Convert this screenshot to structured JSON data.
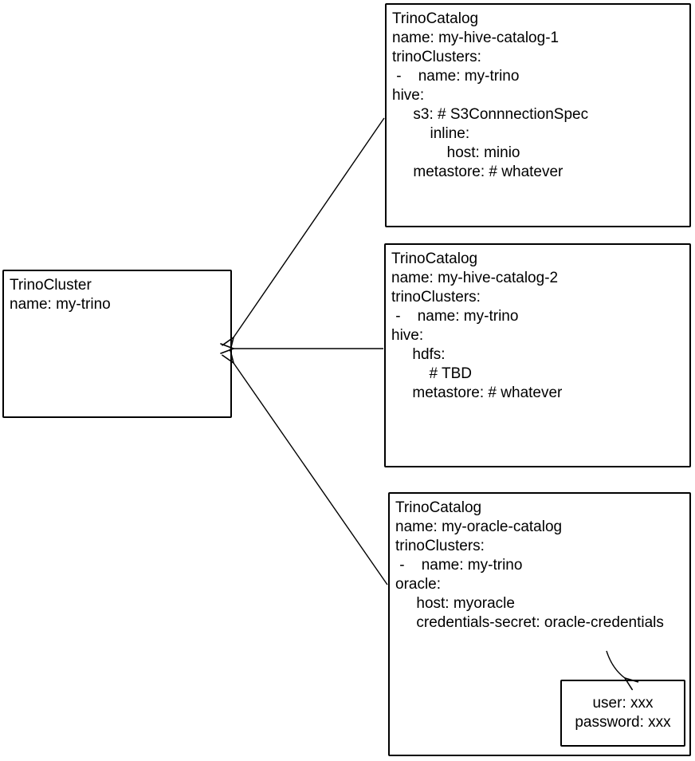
{
  "diagram": {
    "kind": "hand-drawn resource relationship diagram",
    "background_color": "#ffffff",
    "stroke_color": "#000000",
    "text_color": "#000000"
  },
  "nodes": {
    "cluster": {
      "kind": "TrinoCluster",
      "lines": [
        "TrinoCluster",
        "name: my-trino"
      ]
    },
    "catalog1": {
      "kind": "TrinoCatalog",
      "lines": [
        "TrinoCatalog",
        "name: my-hive-catalog-1",
        "trinoClusters:",
        " -    name: my-trino",
        "hive:",
        "     s3: # S3ConnnectionSpec",
        "         inline:",
        "             host: minio",
        "     metastore: # whatever"
      ]
    },
    "catalog2": {
      "kind": "TrinoCatalog",
      "lines": [
        "TrinoCatalog",
        "name: my-hive-catalog-2",
        "trinoClusters:",
        " -    name: my-trino",
        "hive:",
        "     hdfs:",
        "         # TBD",
        "     metastore: # whatever"
      ]
    },
    "catalog3": {
      "kind": "TrinoCatalog",
      "lines": [
        "TrinoCatalog",
        "name: my-oracle-catalog",
        "trinoClusters:",
        " -    name: my-trino",
        "oracle:",
        "     host: myoracle",
        "     credentials-secret: oracle-credentials"
      ]
    },
    "secret": {
      "kind": "secret-contents",
      "lines": [
        "user: xxx",
        "password: xxx"
      ]
    }
  },
  "edges": [
    {
      "from": "catalog1",
      "to": "cluster",
      "arrowhead": "at-cluster"
    },
    {
      "from": "catalog2",
      "to": "cluster",
      "arrowhead": "at-cluster"
    },
    {
      "from": "catalog3",
      "to": "cluster",
      "arrowhead": "at-cluster"
    },
    {
      "from": "credentials-secret-reference",
      "to": "secret",
      "arrowhead": "at-secret"
    }
  ]
}
